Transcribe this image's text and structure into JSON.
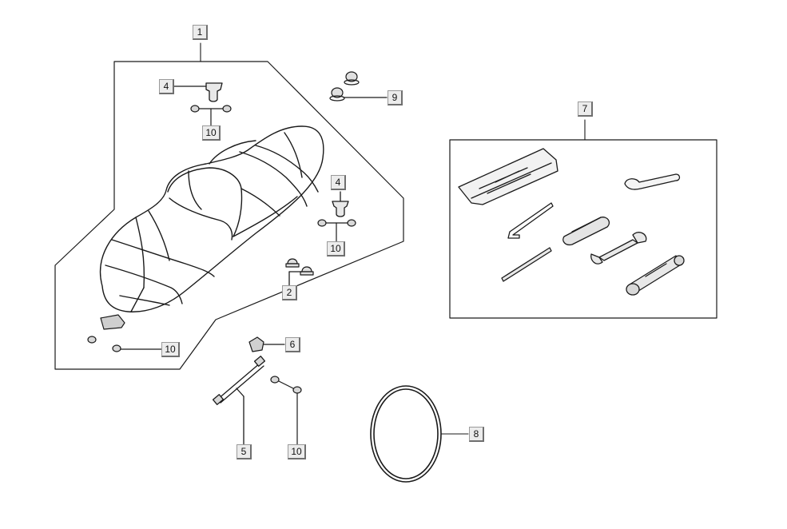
{
  "callouts": {
    "c1": "1",
    "c4a": "4",
    "c10a": "10",
    "c9": "9",
    "c7": "7",
    "c4b": "4",
    "c10b": "10",
    "c2": "2",
    "c10c": "10",
    "c6": "6",
    "c5": "5",
    "c10d": "10",
    "c8": "8"
  },
  "colors": {
    "line": "#1a1a1a",
    "callout_bg": "#ececec"
  }
}
